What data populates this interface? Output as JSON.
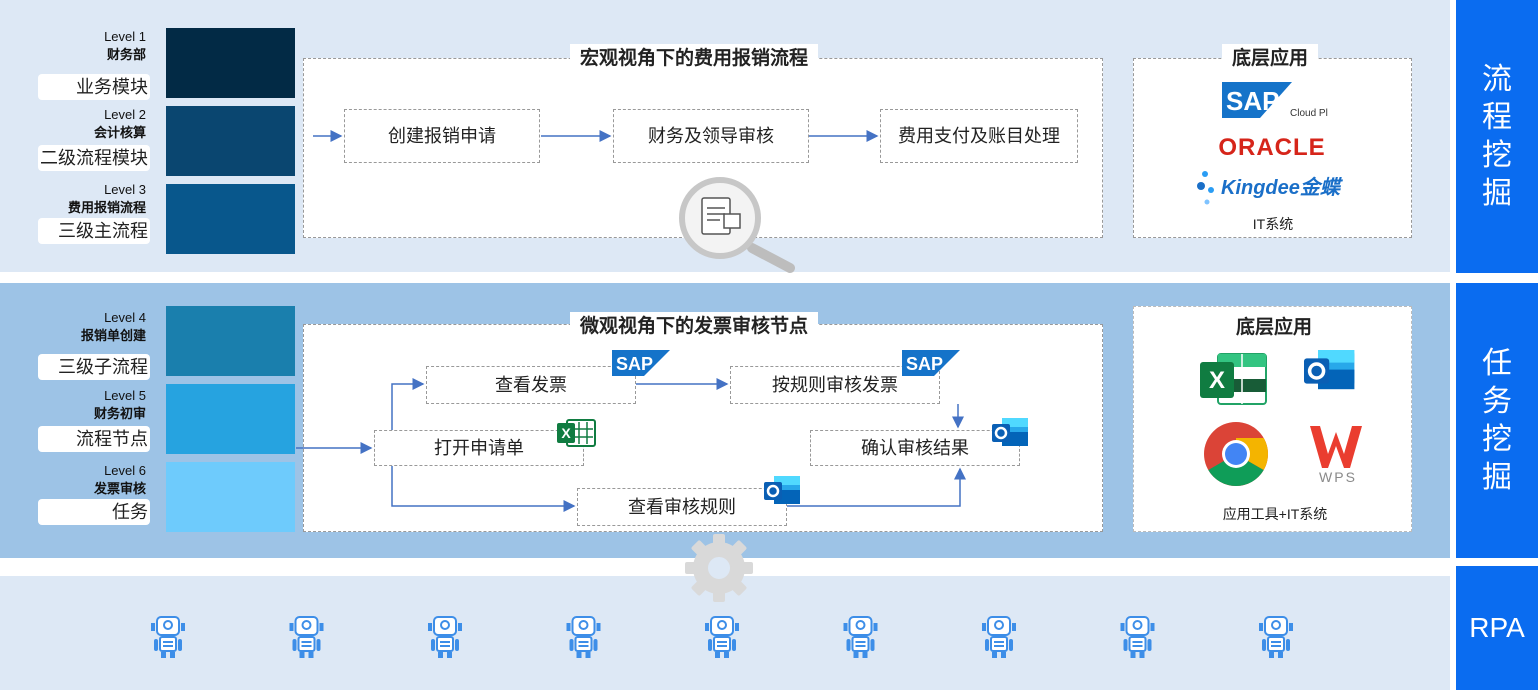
{
  "levels": [
    {
      "level": "Level 1",
      "name": "财务部",
      "tag": "业务模块"
    },
    {
      "level": "Level 2",
      "name": "会计核算",
      "tag": "二级流程模块"
    },
    {
      "level": "Level 3",
      "name": "费用报销流程",
      "tag": "三级主流程"
    },
    {
      "level": "Level 4",
      "name": "报销单创建",
      "tag": "三级子流程"
    },
    {
      "level": "Level 5",
      "name": "财务初审",
      "tag": "流程节点"
    },
    {
      "level": "Level 6",
      "name": "发票审核",
      "tag": "任务"
    }
  ],
  "block_colors": [
    "#022a45",
    "#0a4670",
    "#08578c",
    "#1a7fad",
    "#26a3e0",
    "#6ecbfc"
  ],
  "macro": {
    "title": "宏观视角下的费用报销流程",
    "steps": [
      "创建报销申请",
      "财务及领导审核",
      "费用支付及账目处理"
    ]
  },
  "macro_apps": {
    "title": "底层应用",
    "logos": [
      "SAP",
      "Cloud Pl",
      "ORACLE",
      "Kingdee金蝶"
    ],
    "caption": "IT系统"
  },
  "micro": {
    "title": "微观视角下的发票审核节点",
    "nodes": {
      "open": "打开申请单",
      "view_invoice": "查看发票",
      "rule_check": "按规则审核发票",
      "view_rules": "查看审核规则",
      "confirm": "确认审核结果"
    },
    "sap_label": "SAP"
  },
  "micro_apps": {
    "title": "底层应用",
    "caption": "应用工具+IT系统",
    "wps_label": "WPS"
  },
  "sidebar": {
    "process": [
      "流",
      "程",
      "挖",
      "掘"
    ],
    "task": [
      "任",
      "务",
      "挖",
      "掘"
    ],
    "rpa": "RPA"
  },
  "rpa_robot_count": 9,
  "colors": {
    "accent": "#0a6cf0",
    "arrow": "#4472c4",
    "band_light": "#dde8f5",
    "band_mid": "#9dc3e6"
  }
}
